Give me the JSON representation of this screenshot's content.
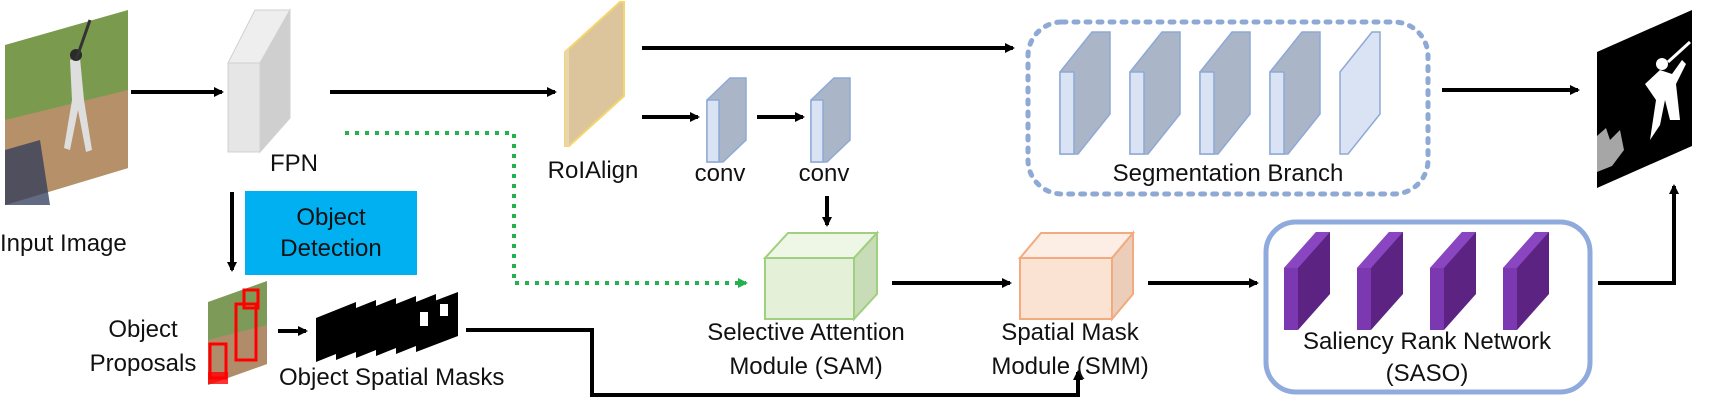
{
  "labels": {
    "input_image": "Input Image",
    "fpn": "FPN",
    "roialign": "RoIAlign",
    "conv1": "conv",
    "conv2": "conv",
    "segmentation_branch": "Segmentation Branch",
    "object_detection_line1": "Object",
    "object_detection_line2": "Detection",
    "object_proposals_line1": "Object",
    "object_proposals_line2": "Proposals",
    "object_spatial_masks": "Object Spatial Masks",
    "sam_line1": "Selective Attention",
    "sam_line2": "Module (SAM)",
    "smm_line1": "Spatial Mask",
    "smm_line2": "Module (SMM)",
    "saso_line1": "Saliency Rank Network",
    "saso_line2": "(SASO)"
  },
  "colors": {
    "fpn_block": "#e3e3e3",
    "roialign_block": "#d9c29e",
    "roialign_border": "#f4d66b",
    "conv_block": "#c5d3eb",
    "seg_border": "#8ea9d6",
    "object_detection": "#00b0f0",
    "sam_block": "#e4f0d8",
    "sam_border": "#9fcf7f",
    "smm_block": "#fbe3d4",
    "smm_border": "#f2aa7e",
    "saso_block": "#7030a0",
    "saso_border": "#8faadc",
    "dotted_arrow": "#22b14c",
    "arrow": "#000000"
  }
}
